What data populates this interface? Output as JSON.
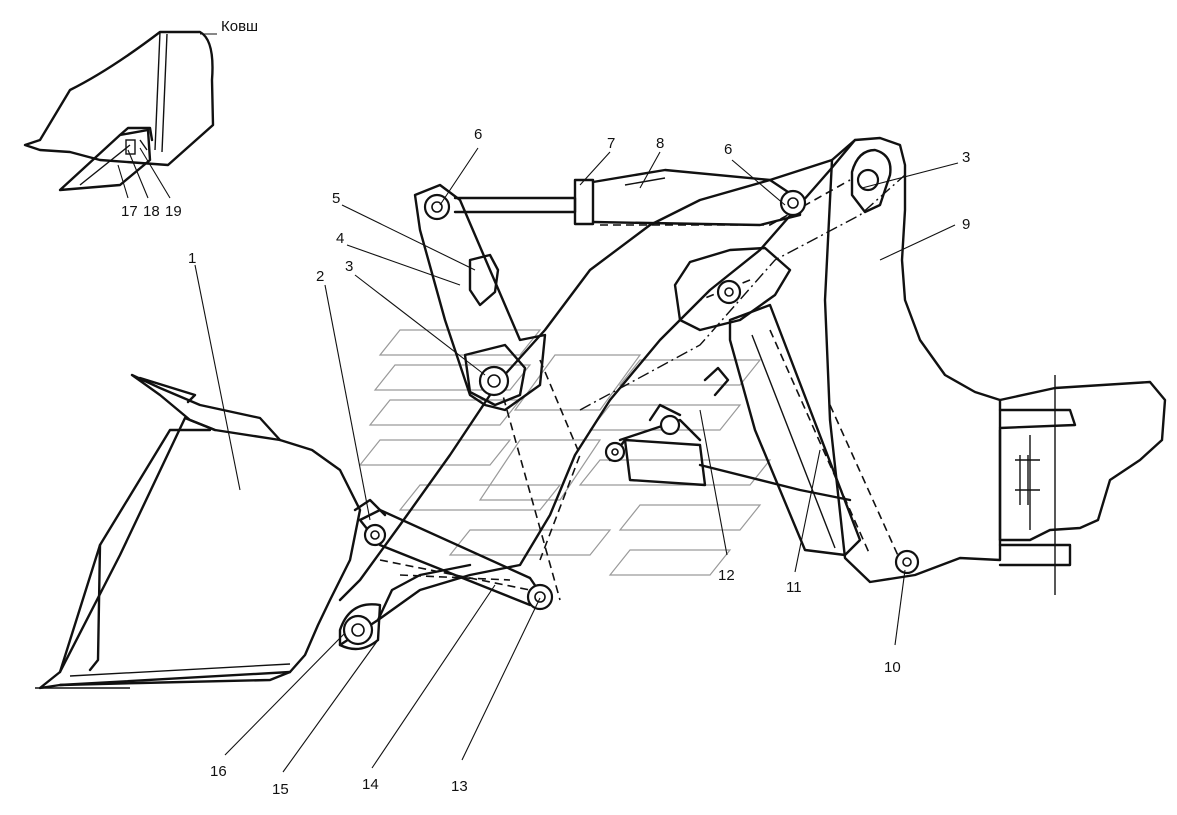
{
  "inset": {
    "title": "Ковш"
  },
  "callouts": [
    "1",
    "2",
    "3",
    "3",
    "4",
    "5",
    "6",
    "6",
    "7",
    "8",
    "9",
    "10",
    "11",
    "12",
    "13",
    "14",
    "15",
    "16",
    "17",
    "18",
    "19"
  ]
}
